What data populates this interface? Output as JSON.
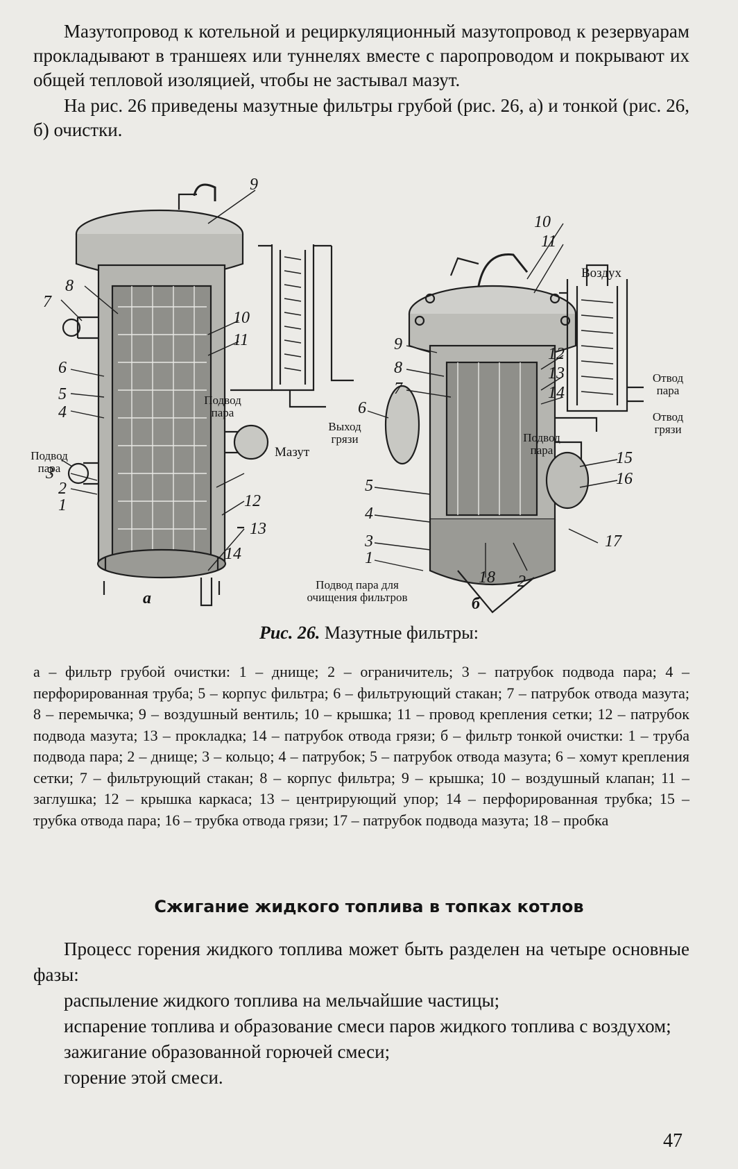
{
  "intro": {
    "p1": "Мазутопровод к котельной и рециркуляционный мазутопровод к резервуарам прокладывают в траншеях или туннелях вместе с паропроводом и покрывают их общей тепловой изоляцией, чтобы не застывал мазут.",
    "p2": "На рис. 26 приведены мазутные фильтры грубой (рис. 26, а) и тонкой (рис. 26, б) очистки."
  },
  "figure": {
    "left_numbers": [
      "9",
      "8",
      "7",
      "10",
      "11",
      "6",
      "5",
      "4",
      "3",
      "2",
      "1",
      "12",
      "13",
      "14"
    ],
    "left_labels": {
      "steam_inlet_side": "Подвод пара",
      "steam_inlet_top": "Подвод пара",
      "dirt_outlet": "Выход грязи",
      "mazut": "Мазут"
    },
    "right_numbers": [
      "10",
      "11",
      "9",
      "8",
      "7",
      "6",
      "12",
      "13",
      "14",
      "15",
      "16",
      "5",
      "4",
      "3",
      "1",
      "18",
      "17",
      "2"
    ],
    "right_labels": {
      "air": "Воздух",
      "steam_outlet": "Отвод пара",
      "dirt_removal": "Отвод грязи",
      "steam_inlet": "Подвод пара",
      "cleaning_steam": "Подвод пара для очищения фильтров"
    },
    "sub_a": "а",
    "sub_b": "б"
  },
  "caption": {
    "prefix": "Рис. 26.",
    "title": "Мазутные фильтры:",
    "legend": "а – фильтр грубой очистки: 1 – днище; 2 – ограничитель; 3 – патрубок подвода пара; 4 – перфорированная труба; 5 – корпус фильтра; 6 – фильтрующий стакан; 7 – патрубок отвода мазута; 8 – перемычка; 9 – воздушный вентиль; 10 – крышка; 11 – провод крепления сетки; 12 – патрубок подвода мазута; 13 – прокладка; 14 – патрубок отвода грязи; б – фильтр тонкой очистки: 1 – труба подвода пара; 2 – днище; 3 – кольцо; 4 – патрубок; 5 – патрубок отвода мазута; 6 – хомут крепления сетки; 7 – фильтрующий стакан; 8 – корпус фильтра; 9 – крышка; 10 – воздушный клапан; 11 – заглушка; 12 – крышка каркаса; 13 – центрирующий упор; 14 – перфорированная трубка; 15 – трубка отвода пара; 16 – трубка отвода грязи; 17 – патрубок подвода мазута; 18 – пробка"
  },
  "section": {
    "heading": "Сжигание жидкого топлива в топках котлов",
    "intro": "Процесс горения жидкого топлива может быть разделен на четыре основные фазы:",
    "items": [
      "распыление жидкого топлива на мельчайшие частицы;",
      "испарение топлива и образование смеси паров жидкого топлива с воздухом;",
      "зажигание образованной горючей смеси;",
      "горение этой смеси."
    ]
  },
  "page_number": "47"
}
